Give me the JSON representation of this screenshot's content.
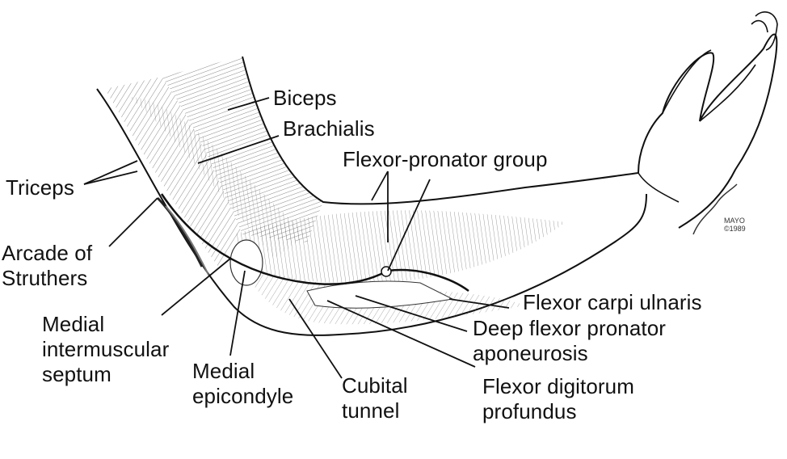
{
  "labels": {
    "biceps": "Biceps",
    "brachialis": "Brachialis",
    "triceps": "Triceps",
    "flexor_pronator_group": "Flexor-pronator group",
    "arcade_of_struthers": [
      "Arcade of",
      "Struthers"
    ],
    "medial_intermuscular_septum": [
      "Medial",
      "intermuscular",
      "septum"
    ],
    "medial_epicondyle": [
      "Medial",
      "epicondyle"
    ],
    "cubital_tunnel": [
      "Cubital",
      "tunnel"
    ],
    "flexor_carpi_ulnaris": "Flexor carpi ulnaris",
    "deep_flexor_pronator_aponeurosis": [
      "Deep flexor pronator",
      "aponeurosis"
    ],
    "flexor_digitorum_profundus": [
      "Flexor digitorum",
      "profundus"
    ]
  },
  "signature": {
    "mark": "MAYO",
    "year": "©1989"
  },
  "colors": {
    "ink": "#111111",
    "paper": "#ffffff",
    "shade": "#8a8a8a"
  }
}
